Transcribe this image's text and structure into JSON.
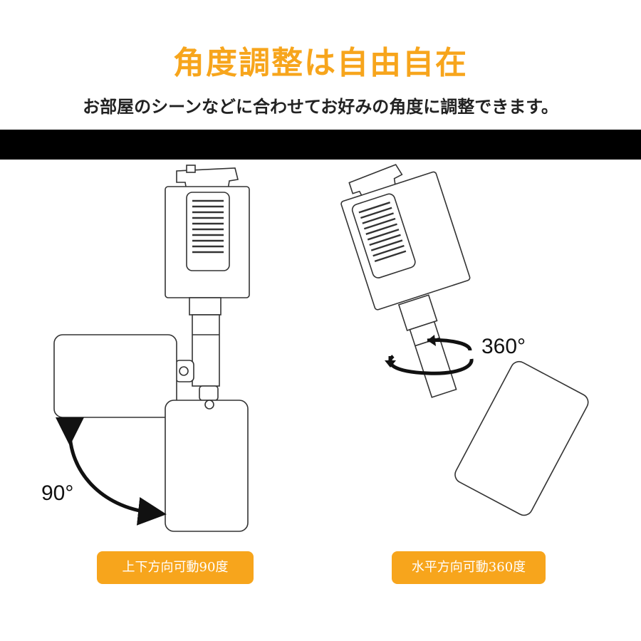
{
  "header": {
    "title": "角度調整は自由自在",
    "subtitle": "お部屋のシーンなどに合わせてお好みの角度に調整できます。"
  },
  "colors": {
    "accent": "#f7a51c",
    "bar": "#000000",
    "line": "#333333"
  },
  "left_panel": {
    "angle_label": "90°",
    "badge_label": "上下方向可動90度"
  },
  "right_panel": {
    "angle_label": "360°",
    "badge_label": "水平方向可動360度"
  }
}
